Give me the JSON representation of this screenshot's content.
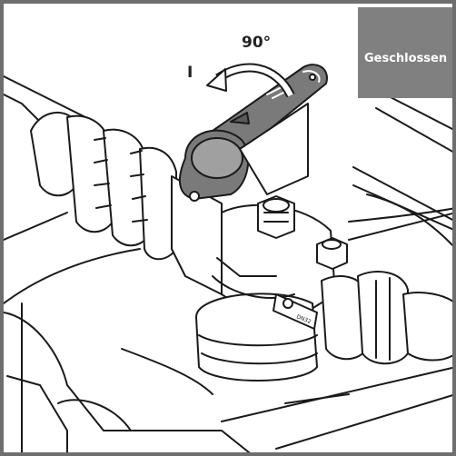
{
  "diagram": {
    "status_label": "Geschlossen",
    "rotation_angle": "90°",
    "position_marker": "I",
    "nameplate_text": "DN32"
  },
  "colors": {
    "frame": "#6e6e6e",
    "label_background": "#808080",
    "handle_fill": "#7a7a7a",
    "line": "#1a1a1a"
  },
  "icons": [
    "rotation-arrow-icon"
  ]
}
